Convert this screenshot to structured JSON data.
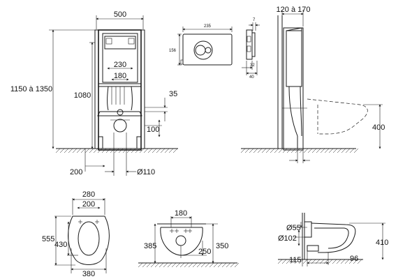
{
  "views": {
    "frame_front": {
      "width": "500",
      "inner_230": "230",
      "inner_180": "180",
      "height_range": "1150 à 1350",
      "height_1080": "1080",
      "side_35": "35",
      "side_100": "100",
      "floor_200": "200",
      "pipe_d110": "Ø110"
    },
    "flush_plate": {
      "width": "235",
      "height": "156",
      "depth_7": "7",
      "depth_32": "32",
      "depth_40": "40"
    },
    "side_view": {
      "depth_range": "120 à 170",
      "height_400": "400"
    },
    "bowl_top": {
      "top_280": "280",
      "top_200": "200",
      "length_555": "555",
      "inner_430": "430",
      "width_380": "380"
    },
    "bowl_front": {
      "width_180": "180",
      "height_385": "385",
      "depth_250": "250",
      "height_350": "350"
    },
    "bowl_side": {
      "d55": "Ø55",
      "d102": "Ø102",
      "height_410": "410",
      "offset_115": "115",
      "offset_96": "96"
    }
  },
  "colors": {
    "line": "#1a1a1a",
    "background": "#ffffff"
  }
}
